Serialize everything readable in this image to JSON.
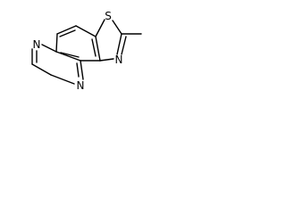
{
  "molecule": {
    "atoms": {
      "sulfur": "S",
      "nitrogen_thiazole": "N",
      "nitrogen_pyrazine_top": "N",
      "nitrogen_pyrazine_bottom": "N"
    },
    "colors": {
      "bond": "#000000",
      "label": "#000000",
      "background": "#ffffff"
    }
  }
}
